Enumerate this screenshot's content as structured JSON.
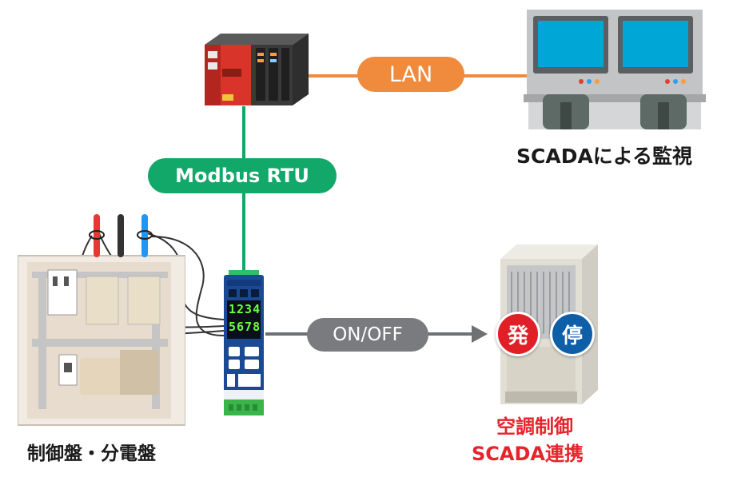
{
  "links": {
    "lan_label": "LAN",
    "modbus_label": "Modbus RTU",
    "onoff_label": "ON/OFF"
  },
  "captions": {
    "scada": "SCADAによる監視",
    "panel": "制御盤・分電盤",
    "aircon_line1": "空調制御",
    "aircon_line2": "SCADA連携"
  },
  "badges": {
    "start": "発",
    "stop": "停"
  },
  "device": {
    "display_top": "1234",
    "display_bottom": "5678"
  },
  "colors": {
    "lan": "#f08a3c",
    "modbus": "#12a86a",
    "onoff": "#7a7b7e",
    "caption_red": "#e8232c",
    "badge_red": "#e01f26",
    "badge_blue": "#0f5fa8",
    "plc_red": "#d8342a"
  },
  "icons": {
    "plc": "plc-icon",
    "scada": "scada-monitor-station-icon",
    "panel": "electrical-panel-icon",
    "device": "power-monitor-device-icon",
    "aircon": "outdoor-ac-unit-icon"
  }
}
